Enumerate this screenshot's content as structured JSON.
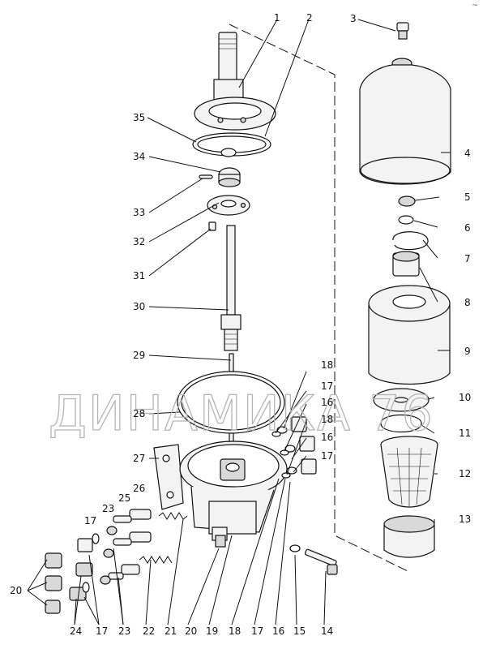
{
  "watermark": "ДИНАМИКА 76",
  "corner_mark": "~",
  "callouts": [
    "1",
    "2",
    "3",
    "4",
    "5",
    "6",
    "7",
    "8",
    "9",
    "10",
    "11",
    "12",
    "13",
    "14",
    "15",
    "16",
    "17",
    "18",
    "19",
    "20",
    "21",
    "22",
    "23",
    "24",
    "25",
    "26",
    "27",
    "28",
    "29",
    "30",
    "31",
    "32",
    "33",
    "34",
    "35"
  ],
  "bottom_row": [
    "20",
    "24",
    "17",
    "23",
    "22",
    "21",
    "20",
    "19",
    "18",
    "17",
    "16",
    "15",
    "14"
  ],
  "right_column": [
    "18",
    "17",
    "16",
    "18",
    "16",
    "17"
  ]
}
